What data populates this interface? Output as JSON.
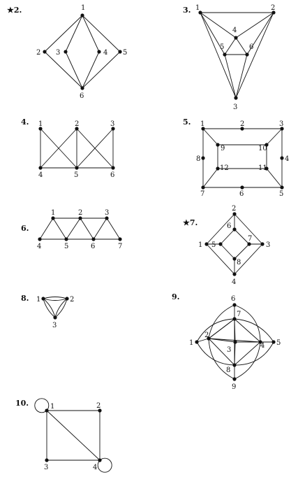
{
  "exercises": [
    {
      "id": "ex2",
      "label": "★2.",
      "vertices": [
        "1",
        "2",
        "3",
        "4",
        "5",
        "6"
      ],
      "edges": [
        [
          "1",
          "2"
        ],
        [
          "1",
          "3"
        ],
        [
          "1",
          "4"
        ],
        [
          "1",
          "5"
        ],
        [
          "2",
          "6"
        ],
        [
          "3",
          "6"
        ],
        [
          "4",
          "6"
        ],
        [
          "5",
          "6"
        ]
      ]
    },
    {
      "id": "ex3",
      "label": "3.",
      "vertices": [
        "1",
        "2",
        "3",
        "4",
        "5",
        "6"
      ],
      "edges": [
        [
          "1",
          "2"
        ],
        [
          "1",
          "3"
        ],
        [
          "2",
          "3"
        ],
        [
          "1",
          "4"
        ],
        [
          "1",
          "5"
        ],
        [
          "2",
          "4"
        ],
        [
          "2",
          "6"
        ],
        [
          "3",
          "5"
        ],
        [
          "3",
          "6"
        ],
        [
          "4",
          "5"
        ],
        [
          "4",
          "6"
        ],
        [
          "5",
          "6"
        ]
      ]
    },
    {
      "id": "ex4",
      "label": "4.",
      "vertices": [
        "1",
        "2",
        "3",
        "4",
        "5",
        "6"
      ],
      "edges": [
        [
          "1",
          "4"
        ],
        [
          "1",
          "5"
        ],
        [
          "2",
          "4"
        ],
        [
          "2",
          "5"
        ],
        [
          "2",
          "6"
        ],
        [
          "3",
          "5"
        ],
        [
          "3",
          "6"
        ],
        [
          "4",
          "5"
        ],
        [
          "5",
          "6"
        ]
      ]
    },
    {
      "id": "ex5",
      "label": "5.",
      "vertices": [
        "1",
        "2",
        "3",
        "4",
        "5",
        "6",
        "7",
        "8",
        "9",
        "10",
        "11",
        "12"
      ],
      "edges": [
        [
          "1",
          "2"
        ],
        [
          "2",
          "3"
        ],
        [
          "3",
          "4"
        ],
        [
          "4",
          "5"
        ],
        [
          "5",
          "6"
        ],
        [
          "6",
          "7"
        ],
        [
          "7",
          "8"
        ],
        [
          "8",
          "1"
        ],
        [
          "9",
          "10"
        ],
        [
          "10",
          "11"
        ],
        [
          "11",
          "12"
        ],
        [
          "12",
          "9"
        ],
        [
          "1",
          "9"
        ],
        [
          "3",
          "10"
        ],
        [
          "5",
          "11"
        ],
        [
          "7",
          "12"
        ]
      ]
    },
    {
      "id": "ex6",
      "label": "6.",
      "vertices": [
        "1",
        "2",
        "3",
        "4",
        "5",
        "6",
        "7"
      ],
      "edges": [
        [
          "1",
          "2"
        ],
        [
          "2",
          "3"
        ],
        [
          "4",
          "5"
        ],
        [
          "5",
          "6"
        ],
        [
          "6",
          "7"
        ],
        [
          "1",
          "4"
        ],
        [
          "1",
          "5"
        ],
        [
          "2",
          "5"
        ],
        [
          "2",
          "6"
        ],
        [
          "3",
          "6"
        ],
        [
          "3",
          "7"
        ]
      ]
    },
    {
      "id": "ex7",
      "label": "★7.",
      "vertices": [
        "1",
        "2",
        "3",
        "4",
        "5",
        "6",
        "7",
        "8"
      ],
      "edges": [
        [
          "1",
          "2"
        ],
        [
          "2",
          "3"
        ],
        [
          "3",
          "4"
        ],
        [
          "4",
          "1"
        ],
        [
          "5",
          "6"
        ],
        [
          "6",
          "7"
        ],
        [
          "7",
          "8"
        ],
        [
          "8",
          "5"
        ],
        [
          "1",
          "5"
        ],
        [
          "2",
          "6"
        ],
        [
          "3",
          "7"
        ],
        [
          "4",
          "8"
        ]
      ]
    },
    {
      "id": "ex8",
      "label": "8.",
      "vertices": [
        "1",
        "2",
        "3"
      ],
      "edges": [
        [
          "1",
          "2"
        ],
        [
          "1",
          "2"
        ],
        [
          "2",
          "3"
        ],
        [
          "2",
          "3"
        ],
        [
          "1",
          "3"
        ],
        [
          "1",
          "3"
        ]
      ]
    },
    {
      "id": "ex9",
      "label": "9.",
      "vertices": [
        "1",
        "2",
        "3",
        "4",
        "5",
        "6",
        "7",
        "8",
        "9"
      ],
      "edges": [
        [
          "1",
          "2"
        ],
        [
          "2",
          "4"
        ],
        [
          "4",
          "5"
        ],
        [
          "6",
          "7"
        ],
        [
          "7",
          "8"
        ],
        [
          "8",
          "9"
        ],
        [
          "2",
          "7"
        ],
        [
          "7",
          "4"
        ],
        [
          "4",
          "8"
        ],
        [
          "8",
          "2"
        ]
      ]
    },
    {
      "id": "ex10",
      "label": "10.",
      "vertices": [
        "1",
        "2",
        "3",
        "4"
      ],
      "edges": [
        [
          "1",
          "1"
        ],
        [
          "1",
          "2"
        ],
        [
          "2",
          "4"
        ],
        [
          "3",
          "4"
        ],
        [
          "1",
          "3"
        ],
        [
          "1",
          "4"
        ],
        [
          "4",
          "4"
        ]
      ]
    }
  ]
}
